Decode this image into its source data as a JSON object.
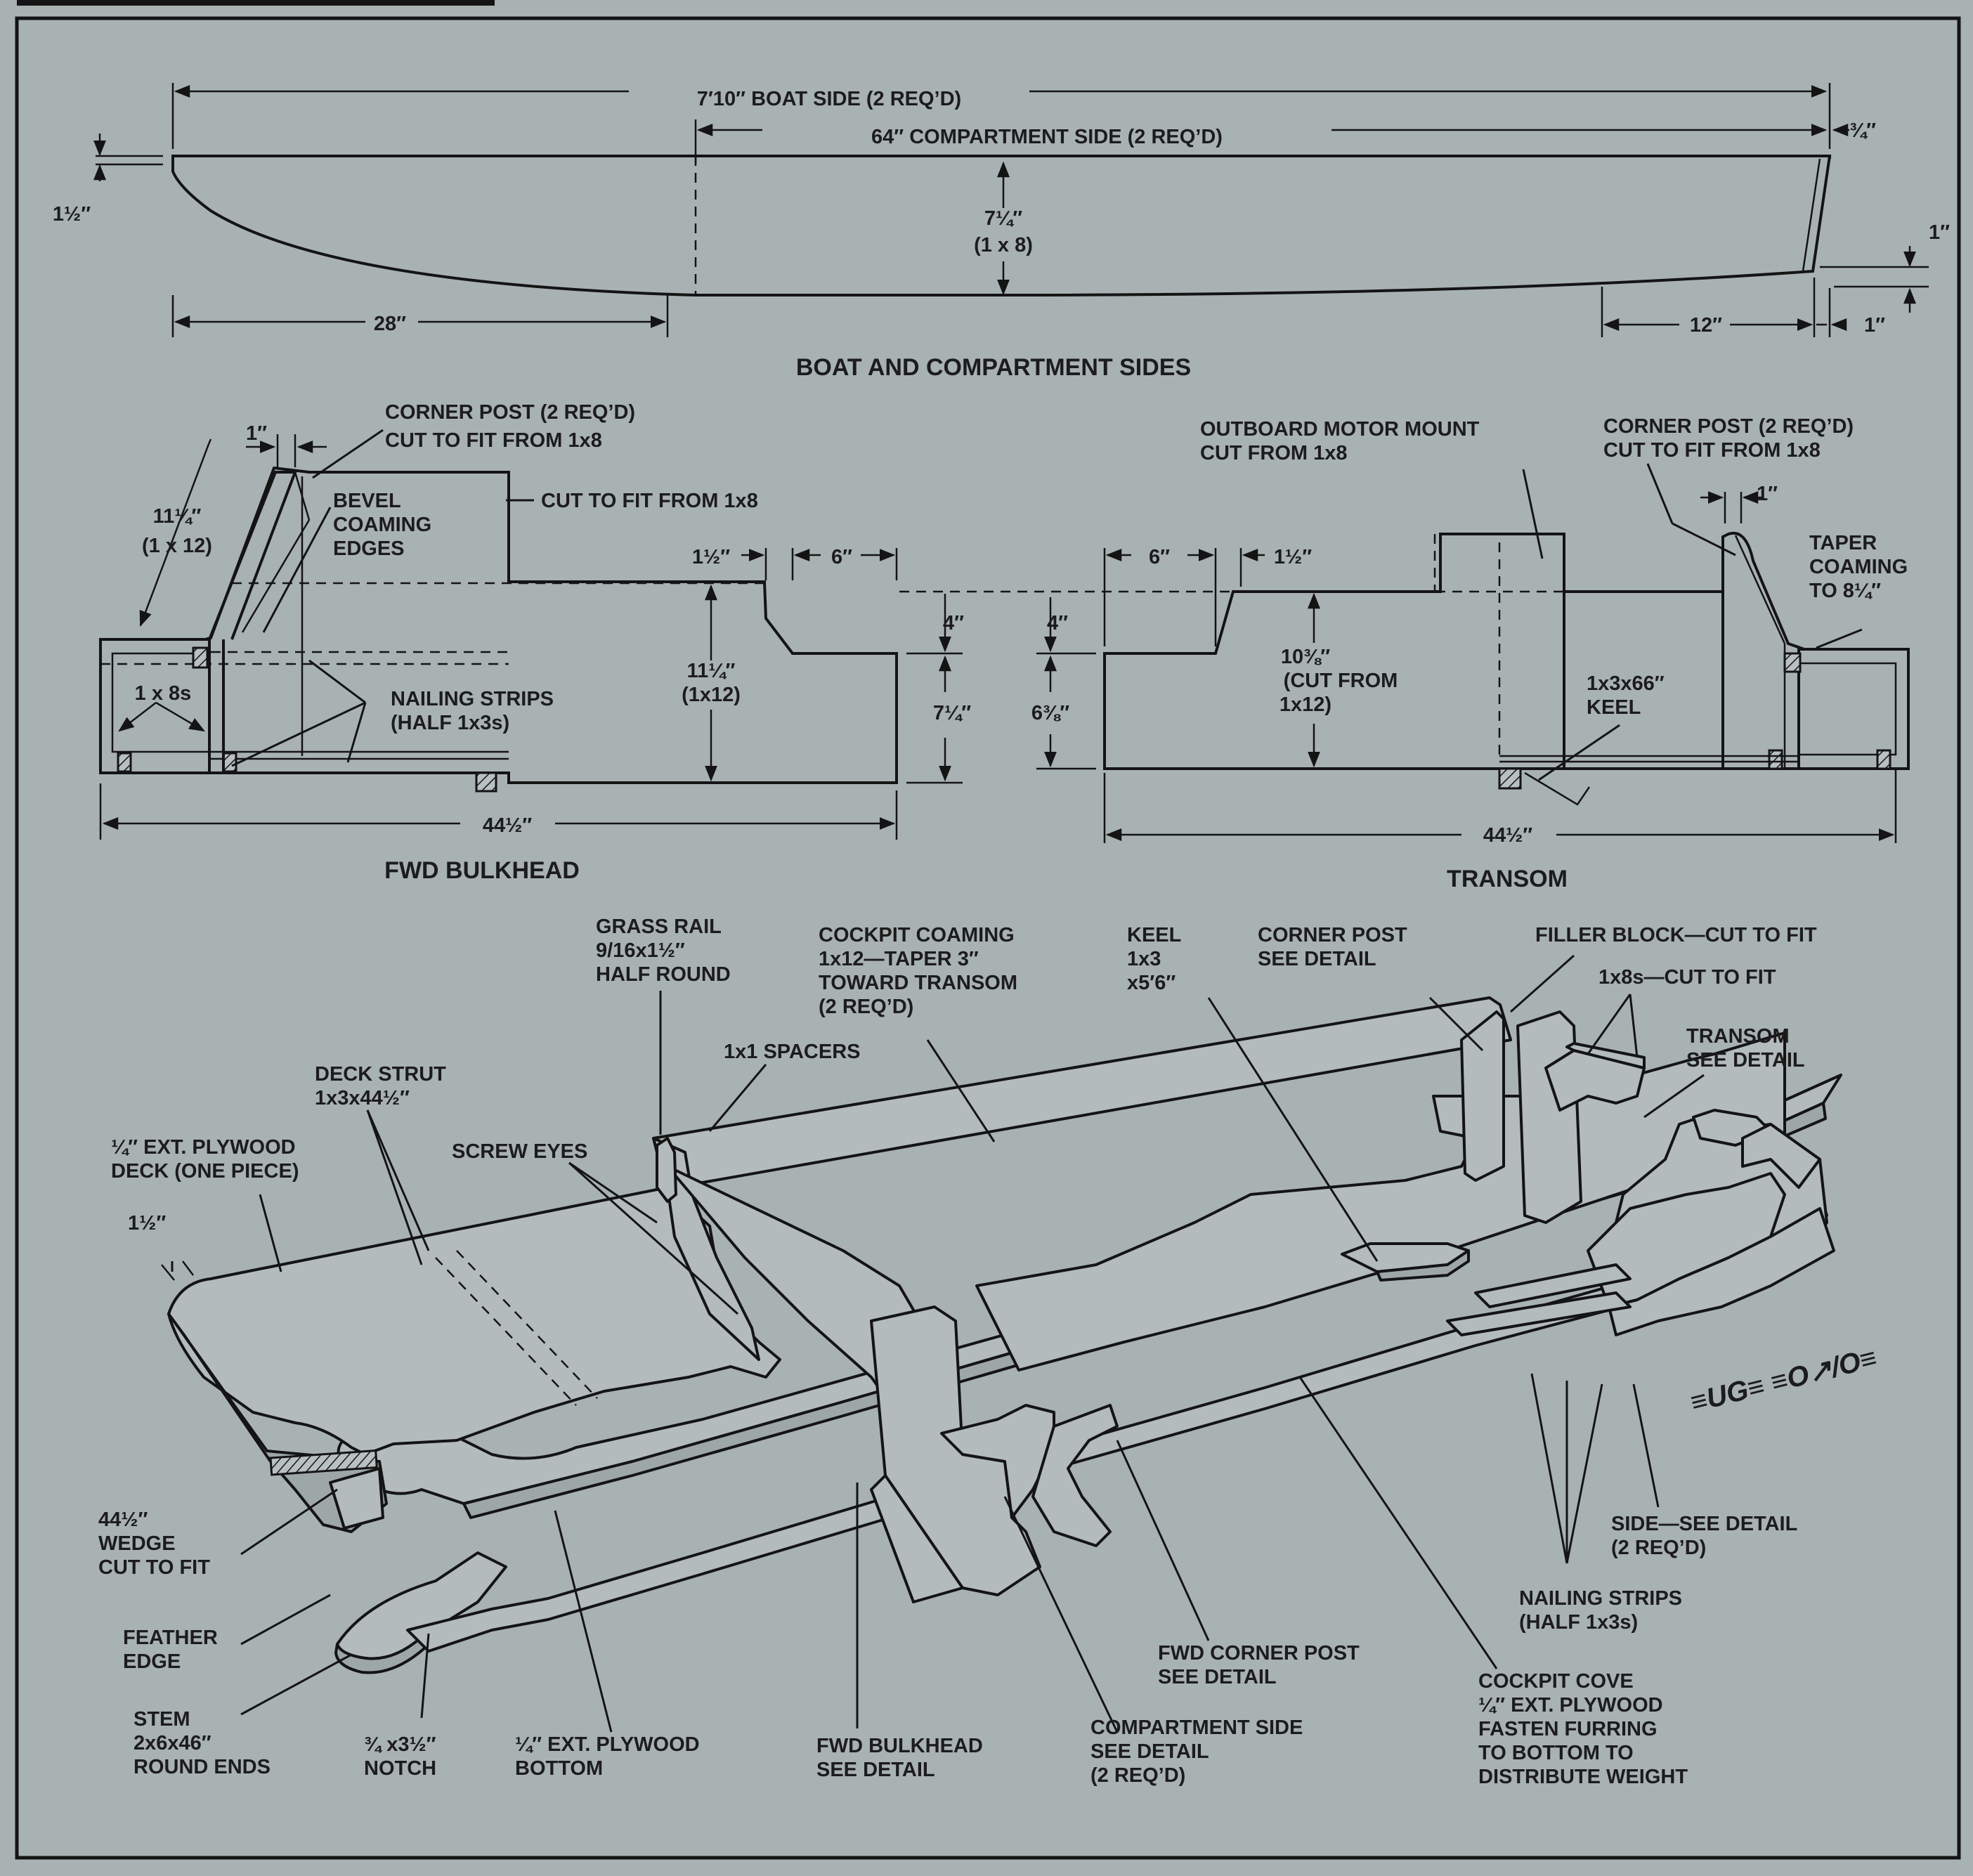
{
  "top": {
    "boat_side": "7′10″ BOAT SIDE (2 REQ’D)",
    "compartment_side": "64″ COMPARTMENT SIDE (2 REQ’D)",
    "d_3_4": "¾″",
    "d_1_1_2": "1½″",
    "d_7_1_4": "7¼″",
    "d_1x8": "(1 x 8)",
    "d_1a": "1″",
    "d_28": "28″",
    "d_12": "12″",
    "d_1b": "1″",
    "title": "BOAT AND COMPARTMENT SIDES"
  },
  "fwd": {
    "corner_post_1": "CORNER POST (2 REQ’D)",
    "corner_post_2": "CUT TO FIT FROM 1x8",
    "d_1": "1″",
    "d_11_1_4": "11¼″",
    "d_1x12": "(1 x 12)",
    "bevel_1": "BEVEL",
    "bevel_2": "COAMING",
    "bevel_3": "EDGES",
    "cut_to_fit": "CUT TO FIT FROM 1x8",
    "d_1_1_2": "1½″",
    "d_6": "6″",
    "d_4": "4″",
    "d_11_1_4_b": "11¼″",
    "d_1x12_b": "(1x12)",
    "d_7_1_4": "7¼″",
    "one_x_8s": "1 x 8s",
    "nailing_1": "NAILING STRIPS",
    "nailing_2": "(HALF 1x3s)",
    "width": "44½″",
    "title": "FWD BULKHEAD"
  },
  "transom": {
    "motor_1": "OUTBOARD MOTOR MOUNT",
    "motor_2": "CUT FROM 1x8",
    "corner_post_1": "CORNER POST (2 REQ’D)",
    "corner_post_2": "CUT TO FIT FROM 1x8",
    "d_1": "1″",
    "taper_1": "TAPER",
    "taper_2": "COAMING",
    "taper_3": "TO 8¼″",
    "d_6": "6″",
    "d_1_1_2": "1½″",
    "d_4": "4″",
    "d_6_3_8": "6⅜″",
    "d_10_3_8": "10⅜″",
    "cut_from_1": "(CUT FROM",
    "cut_from_2": "1x12)",
    "keel_1": "1x3x66″",
    "keel_2": "KEEL",
    "width": "44½″",
    "title": "TRANSOM"
  },
  "iso": {
    "grass_rail_1": "GRASS RAIL",
    "grass_rail_2": "9/16x1½″",
    "grass_rail_3": "HALF ROUND",
    "coaming_1": "COCKPIT COAMING",
    "coaming_2": "1x12—TAPER 3″",
    "coaming_3": "TOWARD TRANSOM",
    "coaming_4": "(2 REQ’D)",
    "keel_1": "KEEL",
    "keel_2": "1x3",
    "keel_3": "x5′6″",
    "corner_1": "CORNER POST",
    "corner_2": "SEE DETAIL",
    "filler": "FILLER BLOCK—CUT TO FIT",
    "one_x_8s": "1x8s—CUT TO FIT",
    "transom_1": "TRANSOM",
    "transom_2": "SEE DETAIL",
    "spacers": "1x1 SPACERS",
    "strut_1": "DECK STRUT",
    "strut_2": "1x3x44½″",
    "deck_1": "¼″ EXT. PLYWOOD",
    "deck_2": "DECK (ONE PIECE)",
    "screw_eyes": "SCREW EYES",
    "d_1_1_2": "1½″",
    "wedge_1": "44½″",
    "wedge_2": "WEDGE",
    "wedge_3": "CUT TO FIT",
    "feather_1": "FEATHER",
    "feather_2": "EDGE",
    "stem_1": "STEM",
    "stem_2": "2x6x46″",
    "stem_3": "ROUND ENDS",
    "notch_1": "¾ x3½″",
    "notch_2": "NOTCH",
    "bottom_1": "¼″ EXT. PLYWOOD",
    "bottom_2": "BOTTOM",
    "fwd_bh_1": "FWD BULKHEAD",
    "fwd_bh_2": "SEE DETAIL",
    "comp_1": "COMPARTMENT SIDE",
    "comp_2": "SEE DETAIL",
    "comp_3": "(2 REQ’D)",
    "fwd_cp_1": "FWD CORNER POST",
    "fwd_cp_2": "SEE DETAIL",
    "cove_1": "COCKPIT COVE",
    "cove_2": "¼″ EXT. PLYWOOD",
    "cove_3": "FASTEN FURRING",
    "cove_4": "TO BOTTOM TO",
    "cove_5": "DISTRIBUTE WEIGHT",
    "nail_1": "NAILING STRIPS",
    "nail_2": "(HALF 1x3s)",
    "side_1": "SIDE—SEE DETAIL",
    "side_2": "(2 REQ’D)"
  }
}
